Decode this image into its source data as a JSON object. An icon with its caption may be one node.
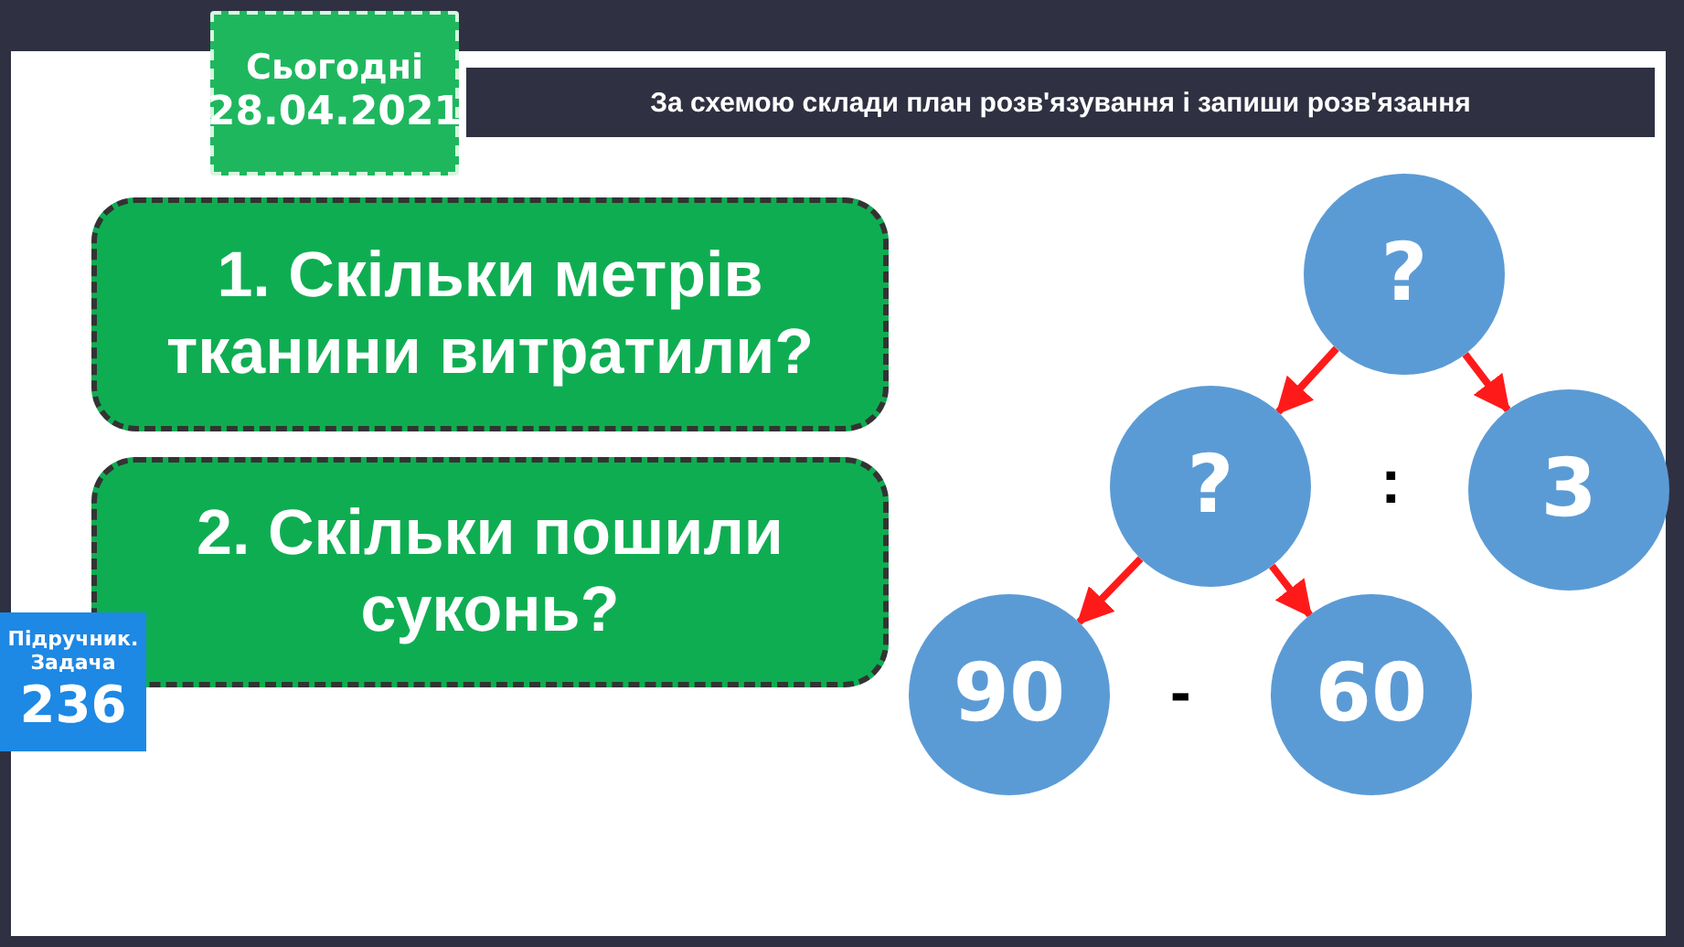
{
  "diagram": {
    "title": "За схемою склади план розв'язування і запиши розв'язання",
    "nodes": [
      {
        "text": [
          "Сьогодні",
          "28.04.2021"
        ]
      },
      {
        "text": [
          "1. Скільки метрів тканини витратили?"
        ]
      },
      {
        "text": [
          "2. Скільки пошили суконь?"
        ]
      },
      {
        "text": [
          "Підручник. Задача",
          "236"
        ]
      },
      {
        "text": [
          "?"
        ]
      },
      {
        "text": [
          "?"
        ]
      },
      {
        "text": [
          "3"
        ]
      },
      {
        "text": [
          "90"
        ]
      },
      {
        "text": [
          "60"
        ]
      }
    ],
    "edges": [
      {
        "from": 4,
        "to": 5,
        "arrow": "to"
      },
      {
        "from": 4,
        "to": 6,
        "arrow": "to"
      },
      {
        "from": 5,
        "to": 7,
        "arrow": "to"
      },
      {
        "from": 5,
        "to": 8,
        "arrow": "to"
      }
    ],
    "labels": [
      ":",
      "-"
    ]
  }
}
